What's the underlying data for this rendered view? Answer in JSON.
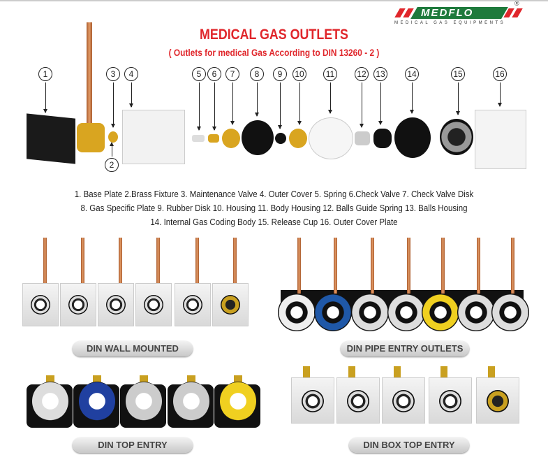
{
  "brand": {
    "name": "MEDFLO",
    "tagline": "MEDICAL GAS EQUIPMENTS",
    "registered": "®",
    "colors": {
      "green": "#1e7a3c",
      "red": "#e0262b"
    }
  },
  "header": {
    "title": "MEDICAL GAS OUTLETS",
    "subtitle": "( Outlets for medical Gas According to DIN 13260 - 2 )"
  },
  "callouts": [
    "1",
    "2",
    "3",
    "4",
    "5",
    "6",
    "7",
    "8",
    "9",
    "10",
    "11",
    "12",
    "13",
    "14",
    "15",
    "16"
  ],
  "parts_legend": {
    "line1": "1. Base Plate  2.Brass Fixture  3. Maintenance Valve  4. Outer Cover  5. Spring  6.Check Valve  7. Check Valve Disk",
    "line2": "8. Gas Specific Plate  9. Rubber Disk  10. Housing  11. Body Housing  12. Balls Guide Spring  13. Balls Housing",
    "line3": "14. Internal Gas Coding Body  15. Release Cup  16. Outer Cover Plate"
  },
  "products": [
    {
      "label": "DIN WALL MOUNTED"
    },
    {
      "label": "DIN PIPE ENTRY OUTLETS"
    },
    {
      "label": "DIN TOP ENTRY"
    },
    {
      "label": "DIN BOX TOP ENTRY"
    }
  ]
}
